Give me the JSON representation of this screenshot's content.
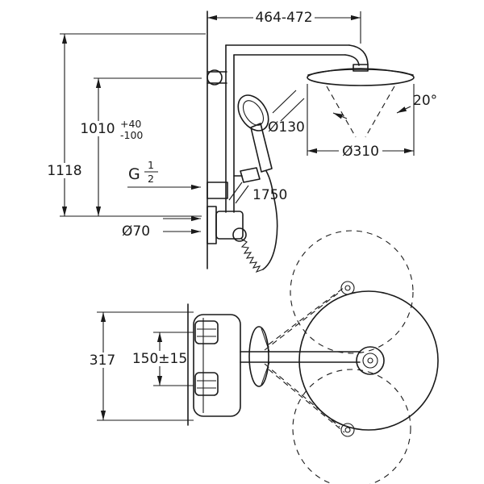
{
  "diagram": {
    "type": "technical-drawing",
    "colors": {
      "line": "#1a1a1a",
      "background": "#ffffff"
    },
    "labels": {
      "top_width": "464-472",
      "overall_height": "1118",
      "pipe_height": "1010",
      "pipe_height_tol_plus": "+40",
      "pipe_height_tol_minus": "-100",
      "thread_letter": "G",
      "thread_num": "1",
      "thread_den": "2",
      "hand_shower_dia": "Ø130",
      "swivel_angle": "20°",
      "head_shower_dia": "Ø310",
      "hose_length": "1750",
      "escutcheon_dia": "Ø70",
      "valve_height": "317",
      "connection_distance": "150±15"
    }
  }
}
